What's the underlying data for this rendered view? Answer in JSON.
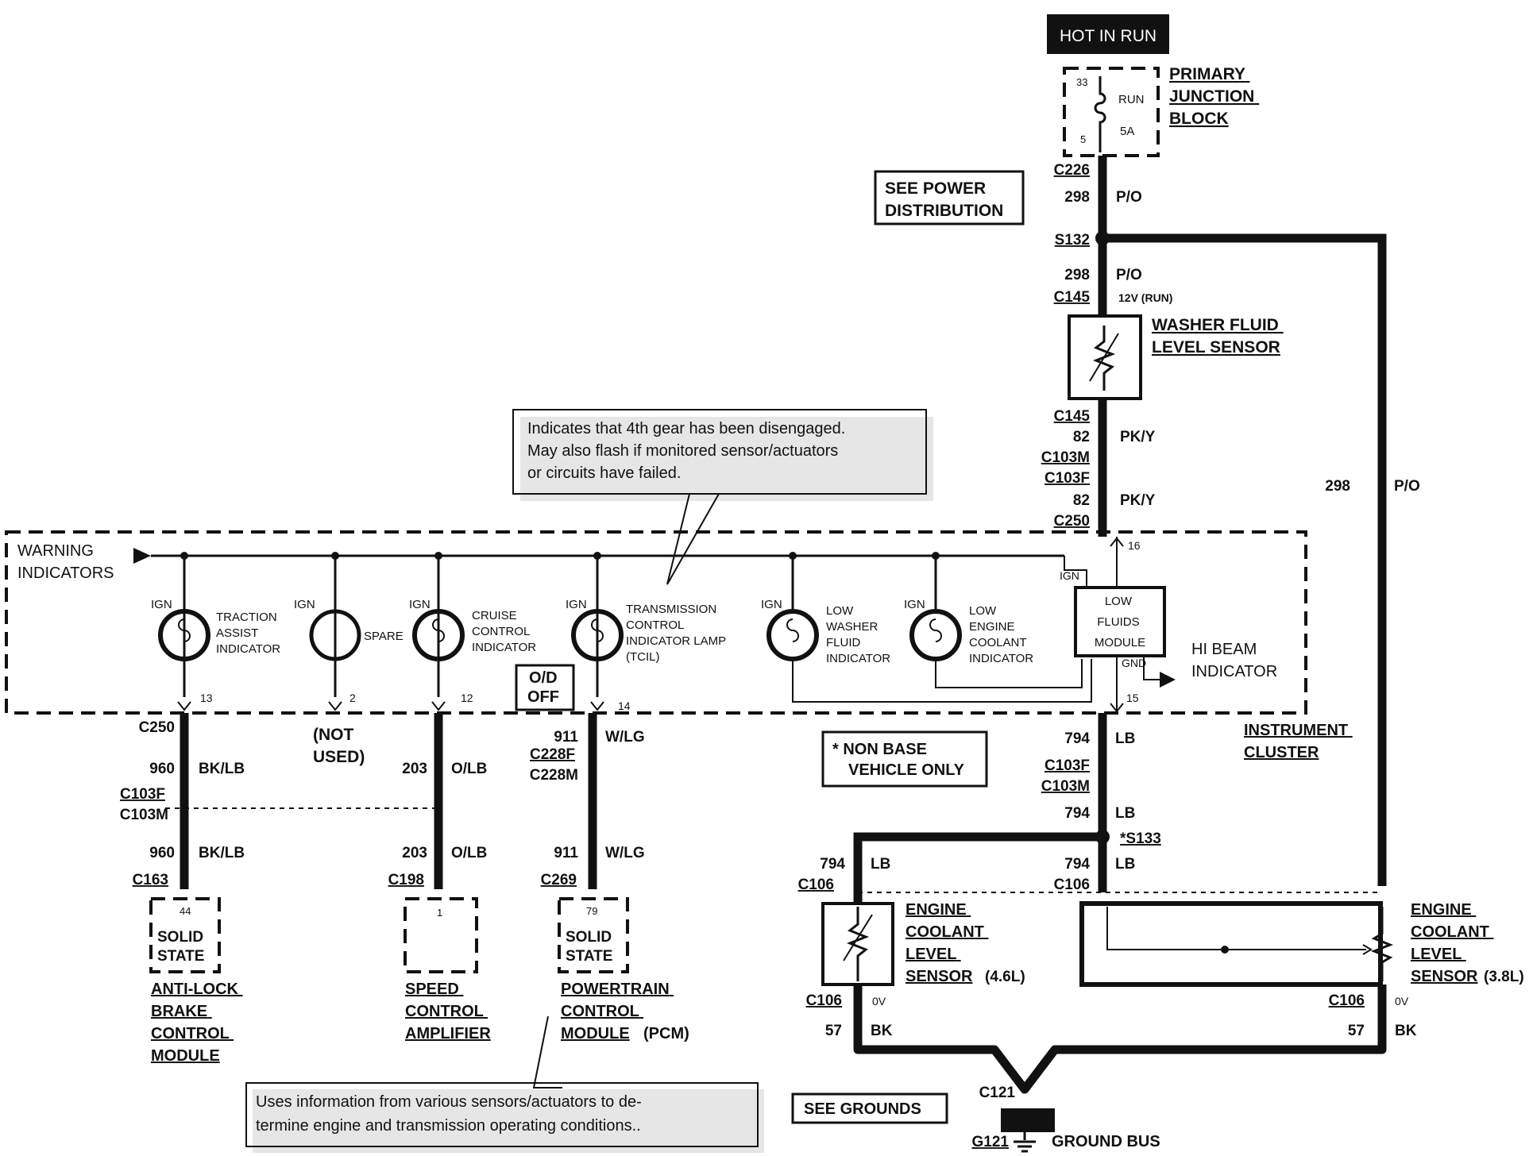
{
  "power": {
    "hot_in_run": "HOT IN RUN",
    "junction_block": [
      "PRIMARY",
      "JUNCTION",
      "BLOCK"
    ],
    "fuse_top_pin": "33",
    "fuse_bottom_pin": "5",
    "fuse_run": "RUN",
    "fuse_rating": "5A",
    "see_power": [
      "SEE POWER",
      "DISTRIBUTION"
    ]
  },
  "connectors": {
    "c226": "C226",
    "s132": "S132",
    "c145a": "C145",
    "c145b": "C145",
    "c103m_a": "C103M",
    "c103f_a": "C103F",
    "c250_top": "C250",
    "c250_left": "C250",
    "c103f_l": "C103F",
    "c103m_l": "C103M",
    "c163": "C163",
    "c198": "C198",
    "c228f": "C228F",
    "c228m": "C228M",
    "c269": "C269",
    "c103f_r": "C103F",
    "c103m_r": "C103M",
    "s133": "*S133",
    "c106_a": "C106",
    "c106_b": "C106",
    "c106_c": "C106",
    "c106_d": "C106",
    "c121": "C121",
    "g121": "G121"
  },
  "wires": {
    "w298_a": "298",
    "po_a": "P/O",
    "w298_b": "298",
    "po_b": "P/O",
    "v12": "12V (RUN)",
    "w82_a": "82",
    "pky_a": "PK/Y",
    "w82_b": "82",
    "pky_b": "PK/Y",
    "w298_c": "298",
    "po_c": "P/O",
    "w960_a": "960",
    "bklb_a": "BK/LB",
    "w960_b": "960",
    "bklb_b": "BK/LB",
    "not_used": [
      "(NOT",
      "USED)"
    ],
    "w203_a": "203",
    "olb_a": "O/LB",
    "w203_b": "203",
    "olb_b": "O/LB",
    "w911_a": "911",
    "wlg_a": "W/LG",
    "w911_b": "911",
    "wlg_b": "W/LG",
    "w794_a": "794",
    "lb_a": "LB",
    "w794_b": "794",
    "lb_b": "LB",
    "w794_c": "794",
    "lb_c": "LB",
    "w794_d": "794",
    "lb_d": "LB",
    "w57_a": "57",
    "bk_a": "BK",
    "w57_b": "57",
    "bk_b": "BK",
    "v0_a": "0V",
    "v0_b": "0V"
  },
  "cluster": {
    "warning": [
      "WARNING",
      "INDICATORS"
    ],
    "ign": "IGN",
    "indicators": [
      {
        "lines": [
          "TRACTION",
          "ASSIST",
          "INDICATOR"
        ],
        "pin": "13"
      },
      {
        "lines": [
          "SPARE"
        ],
        "pin": "2"
      },
      {
        "lines": [
          "CRUISE",
          "CONTROL",
          "INDICATOR"
        ],
        "pin": "12"
      },
      {
        "lines": [
          "TRANSMISSION",
          "CONTROL",
          "INDICATOR LAMP",
          "(TCIL)"
        ],
        "pin": "14"
      },
      {
        "lines": [
          "LOW",
          "WASHER",
          "FLUID",
          "INDICATOR"
        ],
        "pin": ""
      },
      {
        "lines": [
          "LOW",
          "ENGINE",
          "COOLANT",
          "INDICATOR"
        ],
        "pin": ""
      }
    ],
    "od_off": [
      "O/D",
      "OFF"
    ],
    "low_fluids": [
      "LOW",
      "FLUIDS",
      "MODULE"
    ],
    "pin16": "16",
    "pin15": "15",
    "gnd": "GND",
    "hi_beam": [
      "HI BEAM",
      "INDICATOR"
    ],
    "instrument": [
      "INSTRUMENT",
      "CLUSTER"
    ]
  },
  "components": {
    "washer_sensor": [
      "WASHER FLUID",
      "LEVEL SENSOR"
    ],
    "abs": {
      "pin": "44",
      "state": [
        "SOLID",
        "STATE"
      ],
      "label": [
        "ANTI-LOCK",
        "BRAKE",
        "CONTROL",
        "MODULE"
      ]
    },
    "speed": {
      "pin": "1",
      "label": [
        "SPEED",
        "CONTROL",
        "AMPLIFIER"
      ]
    },
    "pcm": {
      "pin": "79",
      "state": [
        "SOLID",
        "STATE"
      ],
      "label": [
        "POWERTRAIN",
        "CONTROL",
        "MODULE"
      ],
      "suffix": "(PCM)"
    },
    "ecl_46": {
      "label": [
        "ENGINE",
        "COOLANT",
        "LEVEL",
        "SENSOR"
      ],
      "suffix": "(4.6L)"
    },
    "ecl_38": {
      "label": [
        "ENGINE",
        "COOLANT",
        "LEVEL",
        "SENSOR"
      ],
      "suffix": "(3.8L)"
    },
    "non_base": [
      "* NON BASE",
      "VEHICLE ONLY"
    ],
    "see_grounds": "SEE GROUNDS",
    "ground_bus": "GROUND BUS"
  },
  "callouts": {
    "top": [
      "Indicates that 4th gear has been disengaged.",
      "May also flash if monitored sensor/actuators",
      "or circuits have failed."
    ],
    "bottom": [
      "Uses information from various sensors/actuators to de-",
      "termine engine and transmission operating conditions.."
    ]
  }
}
